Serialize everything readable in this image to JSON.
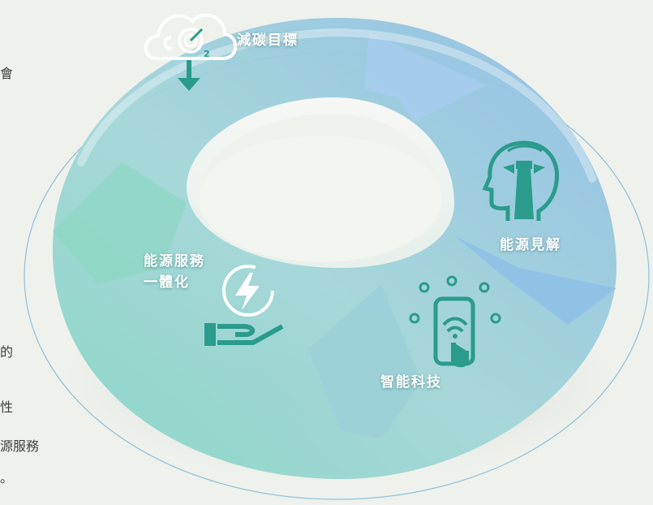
{
  "diagram": {
    "nodes": [
      {
        "id": "carbon",
        "label": "減碳目標",
        "icon": "co2-target-cloud-icon"
      },
      {
        "id": "insight",
        "label": "能源見解",
        "icon": "lighthouse-head-icon"
      },
      {
        "id": "tech",
        "label": "智能科技",
        "icon": "smartphone-wifi-icon"
      },
      {
        "id": "service",
        "label": "能源服務",
        "label2": "一體化",
        "icon": "hand-lightning-icon"
      }
    ],
    "flow": "clockwise"
  },
  "side_text": [
    "會",
    "的",
    "性",
    "源服務",
    "。"
  ],
  "colors": {
    "background": "#eff1ec",
    "blue": "#9ec5ea",
    "green": "#7fd0bc",
    "icon_teal": "#2a9b8c",
    "outline": "#8fbfd8"
  }
}
